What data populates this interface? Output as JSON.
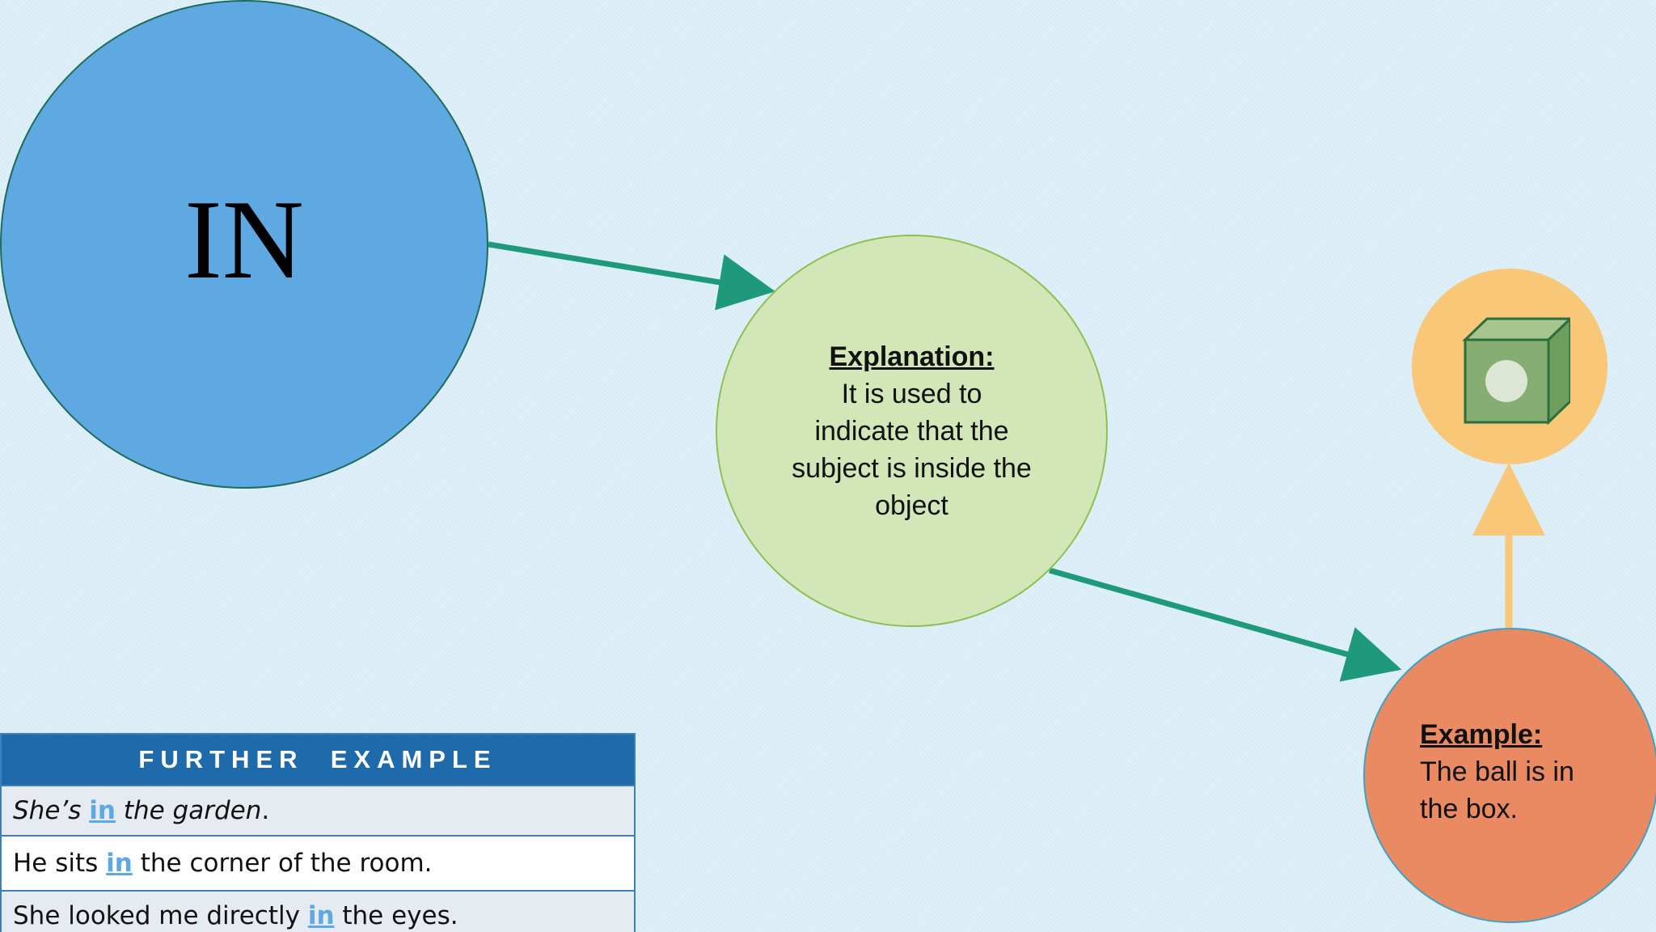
{
  "nodes": {
    "main": {
      "title": "IN",
      "color": "#5fa9e3"
    },
    "explanation": {
      "heading": "Explanation:",
      "lines": [
        "It is used to",
        "indicate that the",
        "subject is inside the",
        "object"
      ],
      "color": "#d3e6b8"
    },
    "example": {
      "heading": "Example:",
      "text": "The ball is in the box.",
      "color": "#e98a62"
    },
    "image": {
      "icon": "ball-in-box-icon",
      "color": "#f8c777"
    }
  },
  "connectors": {
    "green_color": "#1e9a7a",
    "orange_color": "#f8c777"
  },
  "table": {
    "header": "FURTHER  EXAMPLE",
    "header_color": "#1f6aab",
    "highlight_color": "#5fa9e3",
    "rows": [
      {
        "before": "She’s ",
        "highlight": "in",
        "after": " the garden",
        "end": "."
      },
      {
        "before": "He sits ",
        "highlight": "in",
        "after": " the corner of the room.",
        "end": ""
      },
      {
        "before": "She looked me directly ",
        "highlight": "in",
        "after": " the eyes.",
        "end": ""
      }
    ]
  }
}
